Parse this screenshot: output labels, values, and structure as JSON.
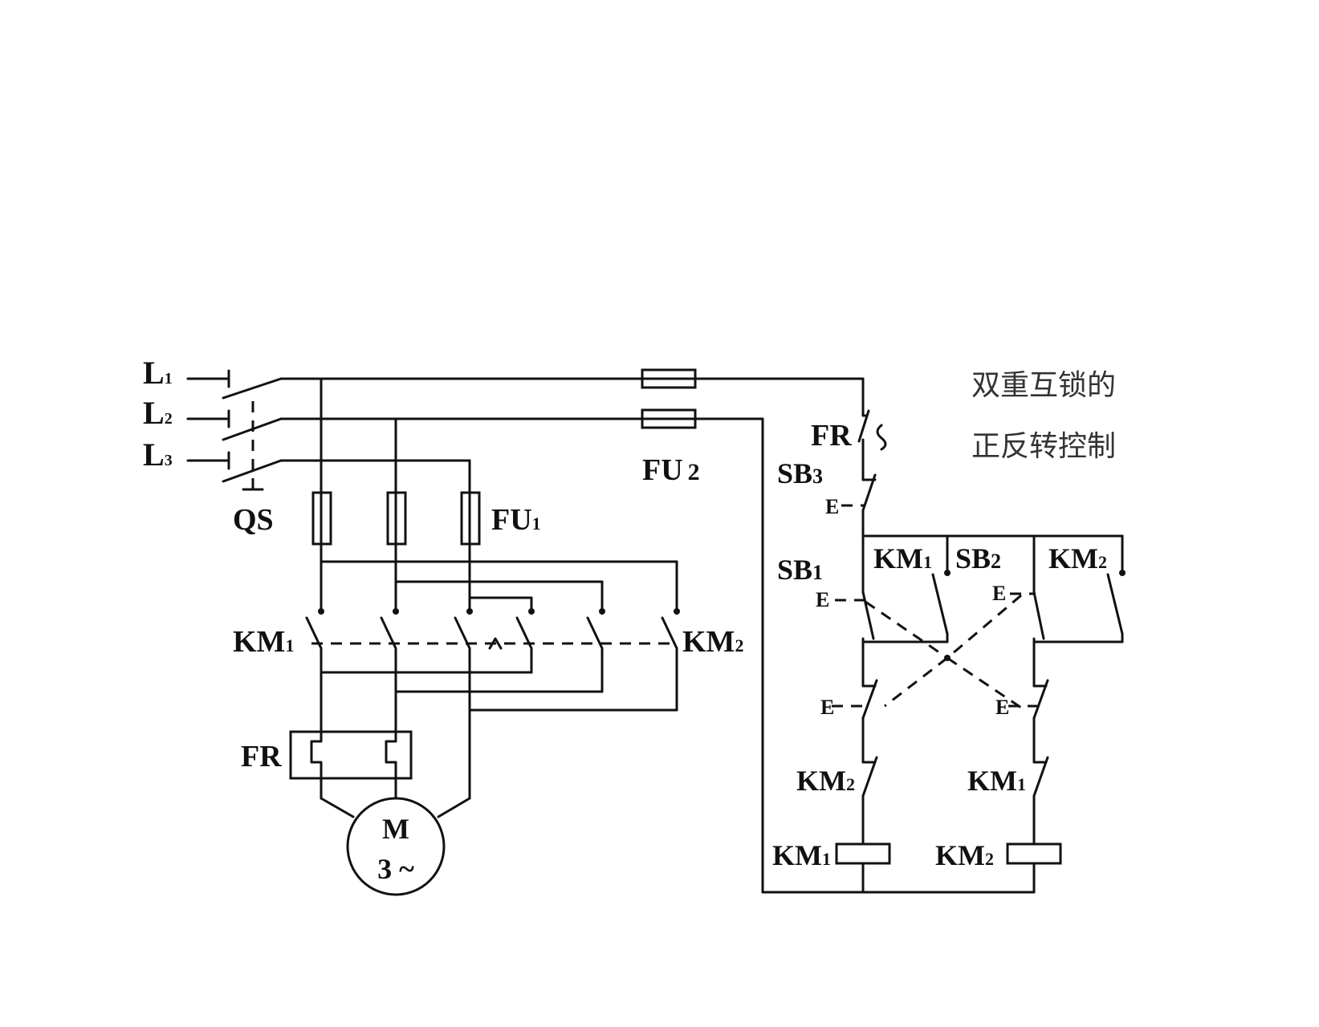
{
  "caption": {
    "line1": "双重互锁的",
    "line2": "正反转控制"
  },
  "main_circuit": {
    "lines": [
      {
        "base": "L",
        "sub": "1"
      },
      {
        "base": "L",
        "sub": "2"
      },
      {
        "base": "L",
        "sub": "3"
      }
    ],
    "switch": "QS",
    "fuse": {
      "base": "FU",
      "sub": "1"
    },
    "km1": {
      "base": "KM",
      "sub": "1"
    },
    "km2": {
      "base": "KM",
      "sub": "2"
    },
    "overload": "FR",
    "motor": {
      "letter": "M",
      "phases": "3 ~"
    }
  },
  "control_circuit": {
    "fuse": {
      "base": "FU",
      "sub": "2"
    },
    "overload_contact": "FR",
    "stop_button": {
      "base": "SB",
      "sub": "3"
    },
    "fwd_button": {
      "base": "SB",
      "sub": "1"
    },
    "rev_button": {
      "base": "SB",
      "sub": "2"
    },
    "km1_hold": {
      "base": "KM",
      "sub": "1"
    },
    "km2_hold": {
      "base": "KM",
      "sub": "2"
    },
    "km2_interlock": {
      "base": "KM",
      "sub": "2"
    },
    "km1_interlock": {
      "base": "KM",
      "sub": "1"
    },
    "km1_coil": {
      "base": "KM",
      "sub": "1"
    },
    "km2_coil": {
      "base": "KM",
      "sub": "2"
    },
    "button_mark": "E"
  }
}
